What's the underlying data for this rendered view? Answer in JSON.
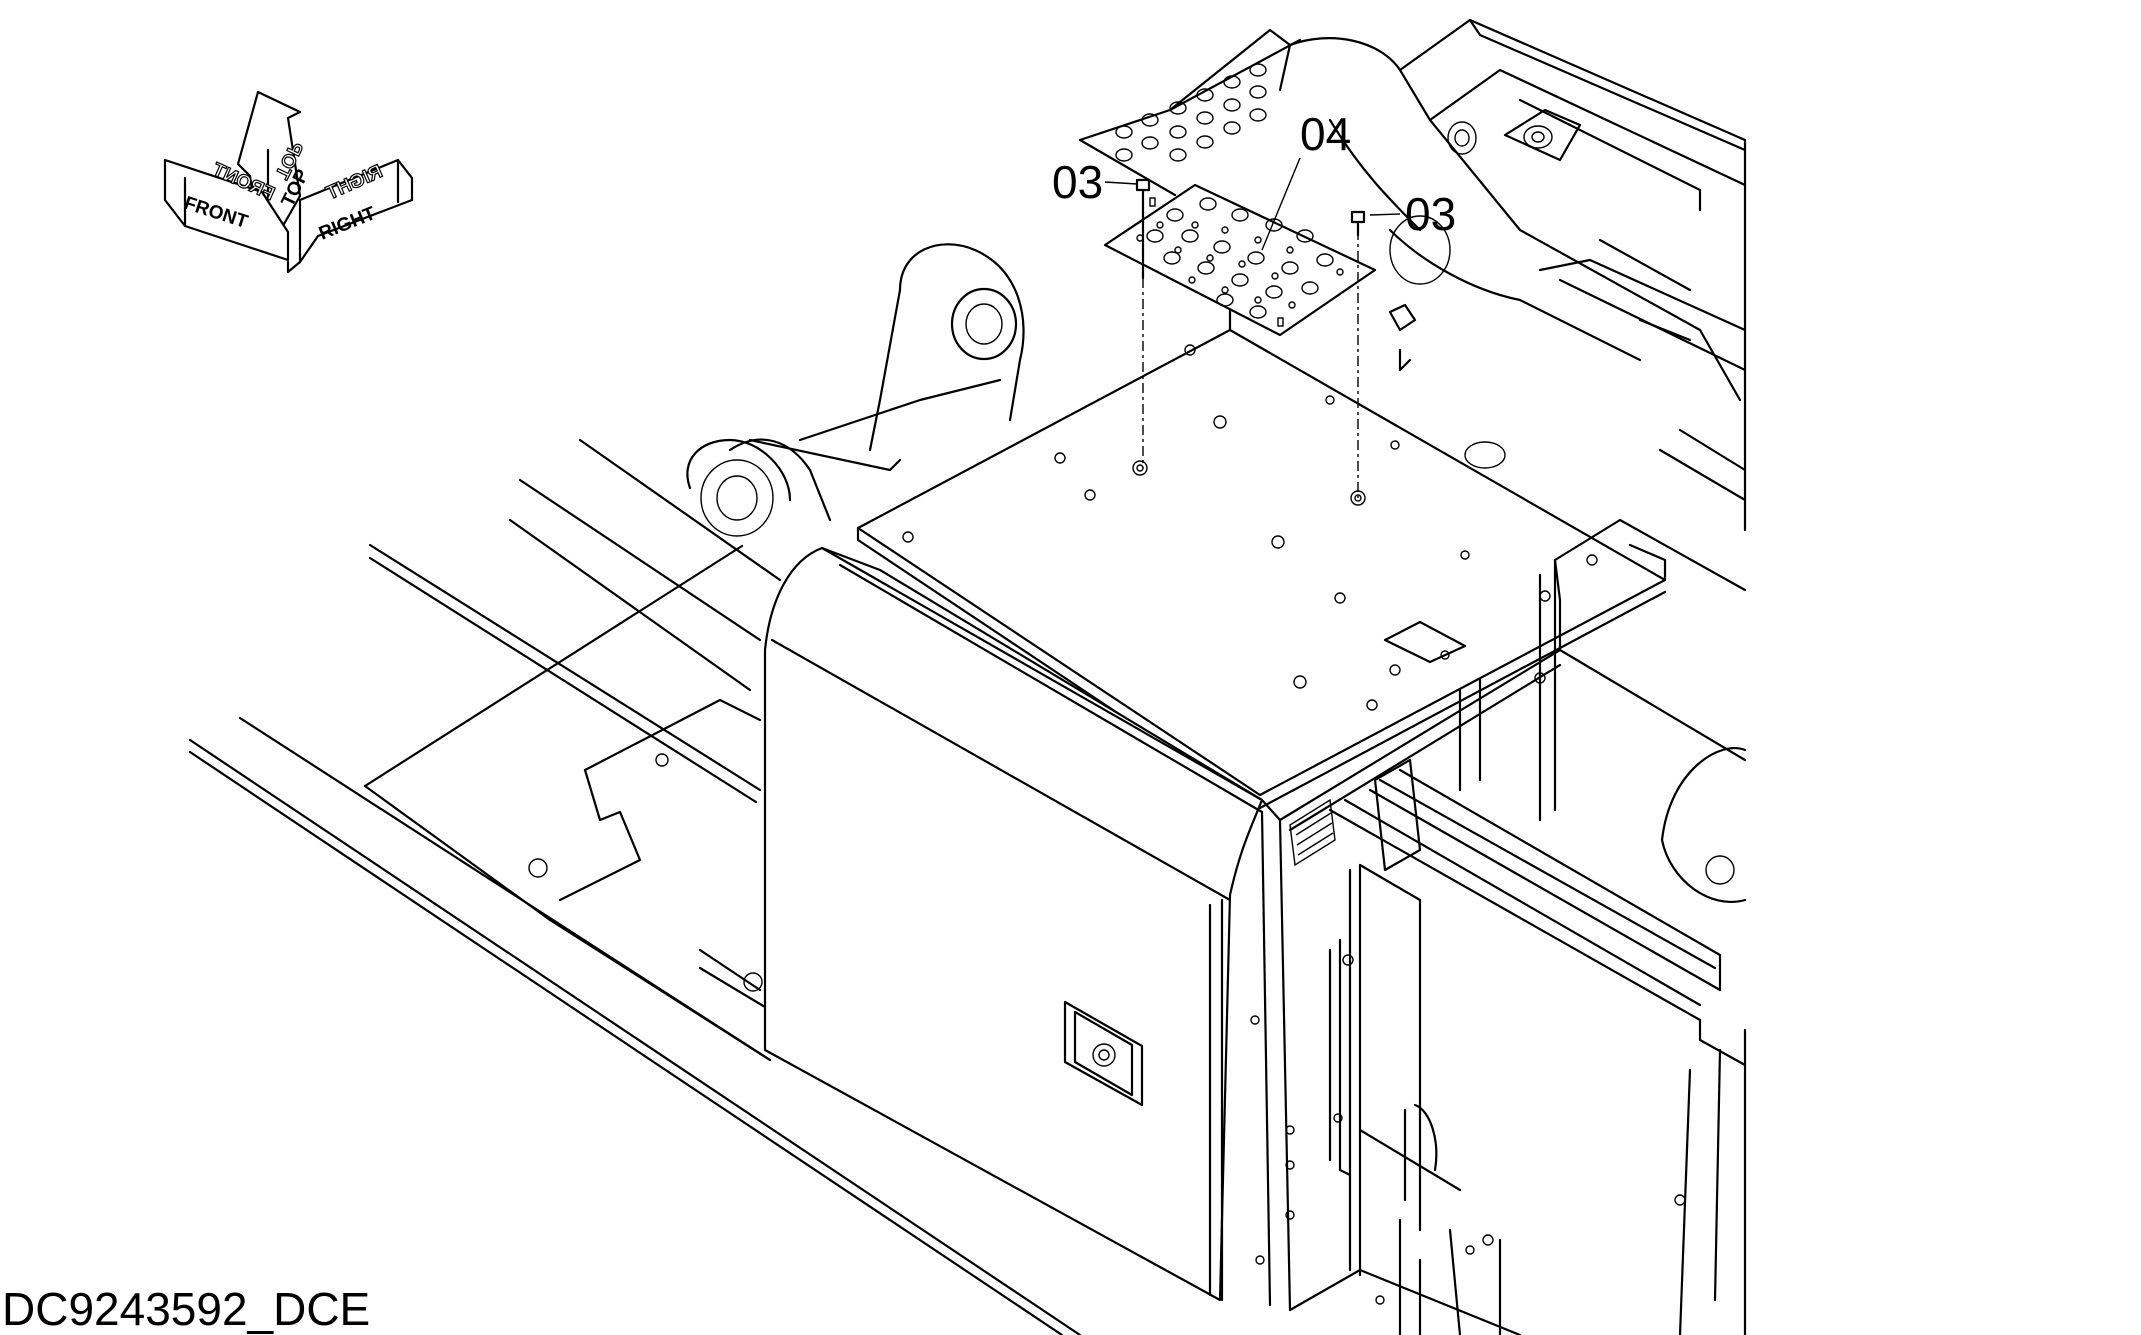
{
  "diagram": {
    "image_code": "DC9243592_DCE",
    "callouts": {
      "bolt_left": "03",
      "bolt_right": "03",
      "step_plate": "04"
    },
    "orientation": {
      "top": "TOP",
      "front": "FRONT",
      "right": "RIGHT"
    }
  }
}
